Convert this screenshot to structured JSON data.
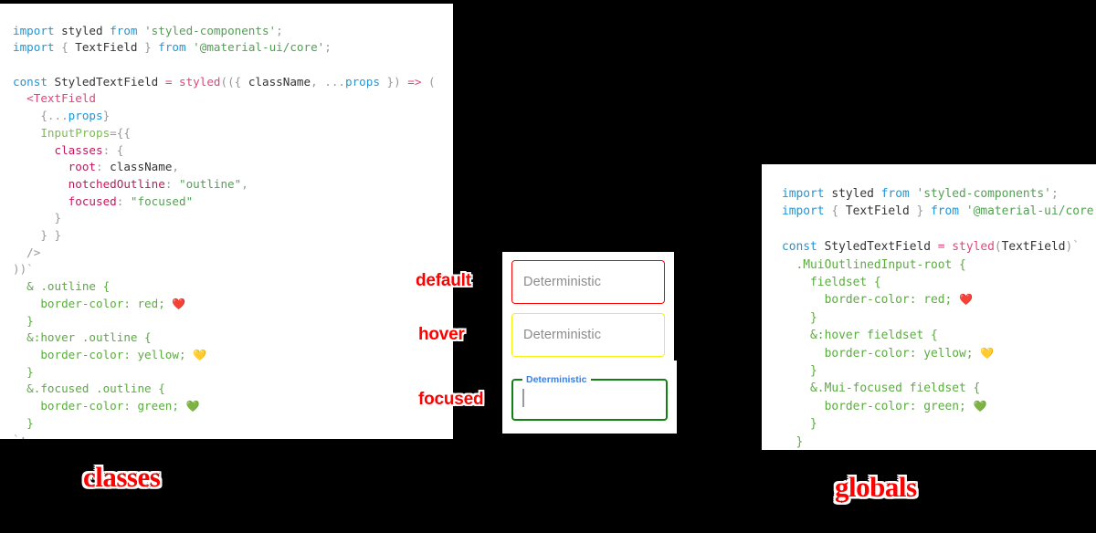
{
  "panels": {
    "classes": {
      "caption": "classes",
      "lines": [
        [
          {
            "t": "import ",
            "c": "kw"
          },
          {
            "t": "styled",
            "c": "plain"
          },
          {
            "t": " from ",
            "c": "kw"
          },
          {
            "t": "'styled-components'",
            "c": "str"
          },
          {
            "t": ";",
            "c": "punc"
          }
        ],
        [
          {
            "t": "import ",
            "c": "kw"
          },
          {
            "t": "{",
            "c": "punc"
          },
          {
            "t": " TextField ",
            "c": "plain"
          },
          {
            "t": "}",
            "c": "punc"
          },
          {
            "t": " from ",
            "c": "kw"
          },
          {
            "t": "'@material-ui/core'",
            "c": "str"
          },
          {
            "t": ";",
            "c": "punc"
          }
        ],
        [],
        [
          {
            "t": "const ",
            "c": "kw"
          },
          {
            "t": "StyledTextField",
            "c": "plain"
          },
          {
            "t": " = ",
            "c": "op"
          },
          {
            "t": "styled",
            "c": "fn"
          },
          {
            "t": "((",
            "c": "punc"
          },
          {
            "t": "{ ",
            "c": "punc"
          },
          {
            "t": "className",
            "c": "plain"
          },
          {
            "t": ", ",
            "c": "punc"
          },
          {
            "t": "...",
            "c": "punc"
          },
          {
            "t": "props",
            "c": "var"
          },
          {
            "t": " }",
            "c": "punc"
          },
          {
            "t": ") ",
            "c": "punc"
          },
          {
            "t": "=>",
            "c": "op"
          },
          {
            "t": " (",
            "c": "punc"
          }
        ],
        [
          {
            "t": "  <",
            "c": "tag"
          },
          {
            "t": "TextField",
            "c": "tag"
          }
        ],
        [
          {
            "t": "    {",
            "c": "punc"
          },
          {
            "t": "...",
            "c": "punc"
          },
          {
            "t": "props",
            "c": "var"
          },
          {
            "t": "}",
            "c": "punc"
          }
        ],
        [
          {
            "t": "    InputProps",
            "c": "attr"
          },
          {
            "t": "={{",
            "c": "punc"
          }
        ],
        [
          {
            "t": "      classes",
            "c": "prop"
          },
          {
            "t": ": {",
            "c": "punc"
          }
        ],
        [
          {
            "t": "        root",
            "c": "prop"
          },
          {
            "t": ": ",
            "c": "punc"
          },
          {
            "t": "className",
            "c": "plain"
          },
          {
            "t": ",",
            "c": "punc"
          }
        ],
        [
          {
            "t": "        notchedOutline",
            "c": "prop"
          },
          {
            "t": ": ",
            "c": "punc"
          },
          {
            "t": "\"outline\"",
            "c": "str"
          },
          {
            "t": ",",
            "c": "punc"
          }
        ],
        [
          {
            "t": "        focused",
            "c": "prop"
          },
          {
            "t": ": ",
            "c": "punc"
          },
          {
            "t": "\"focused\"",
            "c": "str"
          }
        ],
        [
          {
            "t": "      }",
            "c": "punc"
          }
        ],
        [
          {
            "t": "    } }",
            "c": "punc"
          }
        ],
        [
          {
            "t": "  />",
            "c": "punc"
          }
        ],
        [
          {
            "t": "))",
            "c": "punc"
          },
          {
            "t": "`",
            "c": "tick"
          }
        ],
        [
          {
            "t": "  & .outline {",
            "c": "css"
          }
        ],
        [
          {
            "t": "    border-color: red; ",
            "c": "css"
          },
          {
            "t": "❤️",
            "c": "emoji"
          }
        ],
        [
          {
            "t": "  }",
            "c": "css"
          }
        ],
        [
          {
            "t": "  &:hover .outline {",
            "c": "css"
          }
        ],
        [
          {
            "t": "    border-color: yellow; ",
            "c": "css"
          },
          {
            "t": "💛",
            "c": "emoji"
          }
        ],
        [
          {
            "t": "  }",
            "c": "css"
          }
        ],
        [
          {
            "t": "  &.focused .outline {",
            "c": "css"
          }
        ],
        [
          {
            "t": "    border-color: green; ",
            "c": "css"
          },
          {
            "t": "💚",
            "c": "emoji"
          }
        ],
        [
          {
            "t": "  }",
            "c": "css"
          }
        ],
        [
          {
            "t": "`",
            "c": "tick"
          },
          {
            "t": ";",
            "c": "punc"
          }
        ]
      ]
    },
    "globals": {
      "caption": "globals",
      "lines": [
        [
          {
            "t": "import ",
            "c": "kw"
          },
          {
            "t": "styled",
            "c": "plain"
          },
          {
            "t": " from ",
            "c": "kw"
          },
          {
            "t": "'styled-components'",
            "c": "str"
          },
          {
            "t": ";",
            "c": "punc"
          }
        ],
        [
          {
            "t": "import ",
            "c": "kw"
          },
          {
            "t": "{",
            "c": "punc"
          },
          {
            "t": " TextField ",
            "c": "plain"
          },
          {
            "t": "}",
            "c": "punc"
          },
          {
            "t": " from ",
            "c": "kw"
          },
          {
            "t": "'@material-ui/core'",
            "c": "str"
          },
          {
            "t": ";",
            "c": "punc"
          }
        ],
        [],
        [
          {
            "t": "const ",
            "c": "kw"
          },
          {
            "t": "StyledTextField",
            "c": "plain"
          },
          {
            "t": " = ",
            "c": "op"
          },
          {
            "t": "styled",
            "c": "fn"
          },
          {
            "t": "(",
            "c": "punc"
          },
          {
            "t": "TextField",
            "c": "plain"
          },
          {
            "t": ")",
            "c": "punc"
          },
          {
            "t": "`",
            "c": "tick"
          }
        ],
        [
          {
            "t": "  .MuiOutlinedInput-root {",
            "c": "css"
          }
        ],
        [
          {
            "t": "    fieldset {",
            "c": "css"
          }
        ],
        [
          {
            "t": "      border-color: red; ",
            "c": "css"
          },
          {
            "t": "❤️",
            "c": "emoji"
          }
        ],
        [
          {
            "t": "    }",
            "c": "css"
          }
        ],
        [
          {
            "t": "    &:hover fieldset {",
            "c": "css"
          }
        ],
        [
          {
            "t": "      border-color: yellow; ",
            "c": "css"
          },
          {
            "t": "💛",
            "c": "emoji"
          }
        ],
        [
          {
            "t": "    }",
            "c": "css"
          }
        ],
        [
          {
            "t": "    &.Mui-focused fieldset {",
            "c": "css"
          }
        ],
        [
          {
            "t": "      border-color: green; ",
            "c": "css"
          },
          {
            "t": "💚",
            "c": "emoji"
          }
        ],
        [
          {
            "t": "    }",
            "c": "css"
          }
        ],
        [
          {
            "t": "  }",
            "c": "css"
          }
        ],
        [
          {
            "t": "`",
            "c": "tick"
          },
          {
            "t": ";",
            "c": "punc"
          }
        ]
      ]
    }
  },
  "demo": {
    "fields": [
      {
        "state": "default",
        "label": "Deterministic",
        "value": "",
        "border_color": "#ff0000"
      },
      {
        "state": "hover",
        "label": "Deterministic",
        "value": "",
        "border_color": "#f6f20c"
      },
      {
        "state": "focused",
        "label": "Deterministic",
        "value": "",
        "border_color": "#128012"
      }
    ]
  },
  "annotations": {
    "default": "default",
    "hover": "hover",
    "focused": "focused"
  },
  "colors": {
    "background": "#000000",
    "panel": "#ffffff",
    "annotation": "#ff0000",
    "annotation_outline": "#ffffff",
    "keyword": "#2196d6",
    "string": "#53a053",
    "function": "#e0457b",
    "property": "#c2185b",
    "css": "#5cab41",
    "attribute": "#7bbf4a",
    "focused_label": "#3b7fe0",
    "placeholder_text": "#8c8c8c"
  }
}
